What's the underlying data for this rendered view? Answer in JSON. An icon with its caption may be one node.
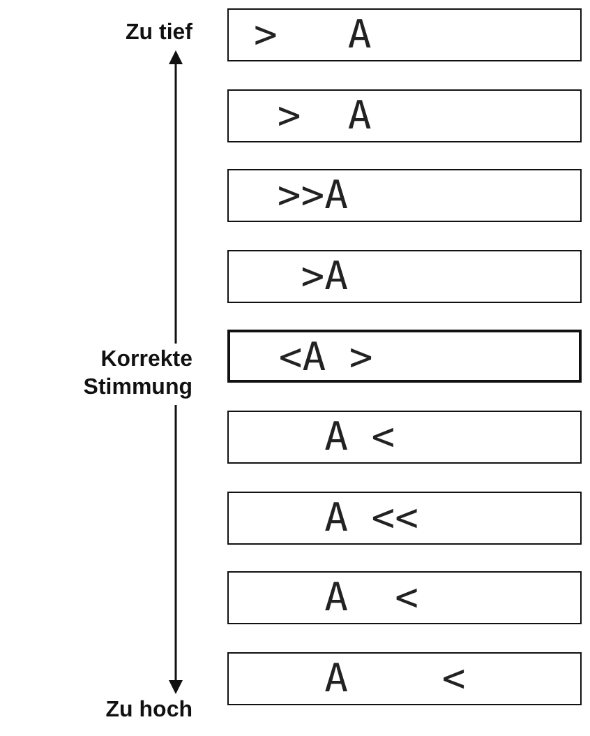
{
  "diagram": {
    "nodes": [
      {
        "text": [
          "Zu tief"
        ]
      },
      {
        "text": [
          ">   A"
        ]
      },
      {
        "text": [
          " >  A"
        ]
      },
      {
        "text": [
          " >>A"
        ]
      },
      {
        "text": [
          "  >A"
        ]
      },
      {
        "text": [
          " <A >"
        ]
      },
      {
        "text": [
          "   A <"
        ]
      },
      {
        "text": [
          "   A <<"
        ]
      },
      {
        "text": [
          "   A  <"
        ]
      },
      {
        "text": [
          "   A    <"
        ]
      },
      {
        "text": [
          "Zu hoch"
        ]
      }
    ],
    "edges": [
      {
        "from": 0,
        "to": 10,
        "arrow": "both"
      }
    ],
    "labels": [
      "Korrekte Stimmung"
    ]
  }
}
